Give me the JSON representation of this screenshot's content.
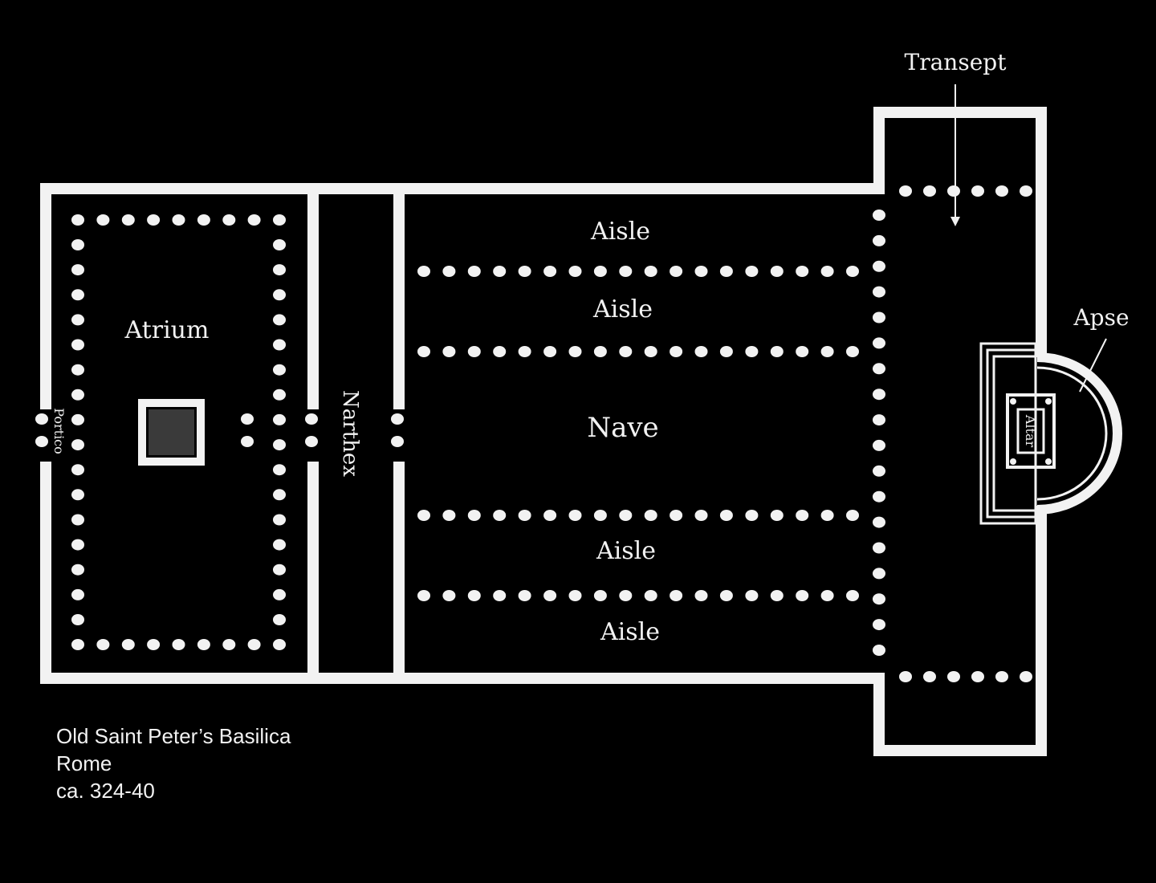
{
  "labels": {
    "transept": "Transept",
    "apse": "Apse",
    "aisle_1": "Aisle",
    "aisle_2": "Aisle",
    "nave": "Nave",
    "aisle_3": "Aisle",
    "aisle_4": "Aisle",
    "atrium": "Atrium",
    "narthex": "Narthex",
    "portico": "Portico",
    "altar": "Altar"
  },
  "caption": {
    "line1": "Old Saint Peter’s Basilica",
    "line2": "Rome",
    "line3": "ca. 324-40"
  },
  "colors": {
    "background": "#000000",
    "structure": "#f2f2f2"
  }
}
